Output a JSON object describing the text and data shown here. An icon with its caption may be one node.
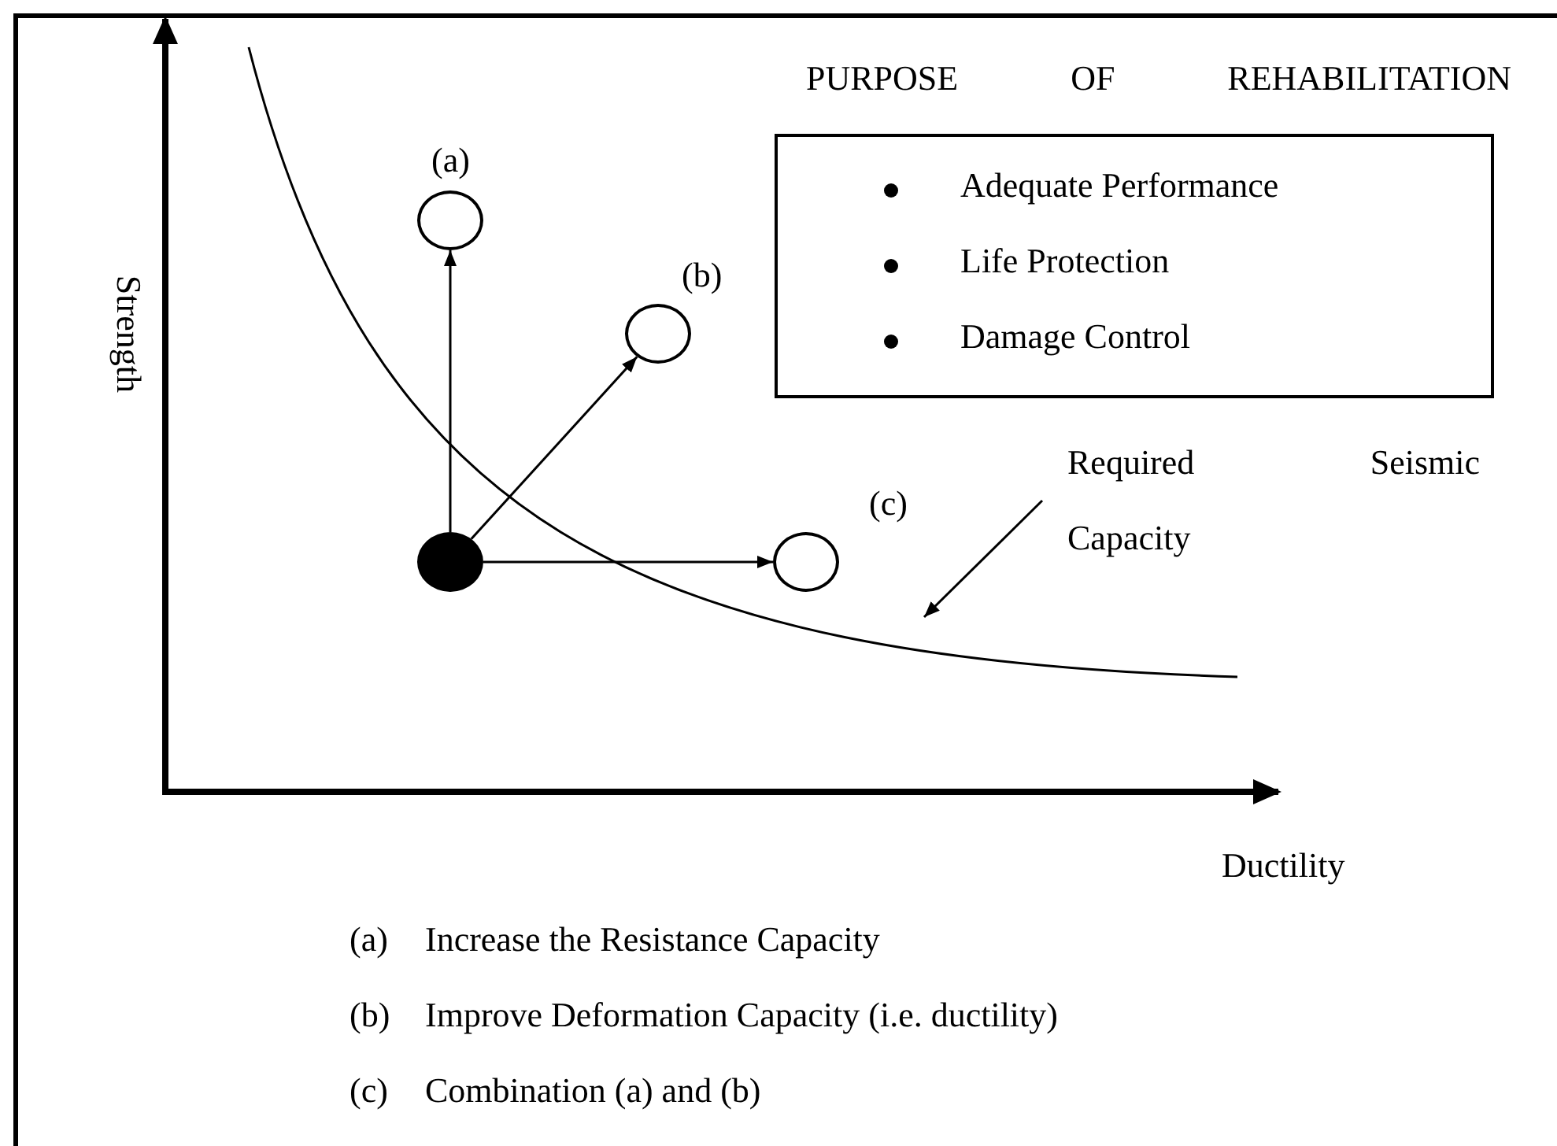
{
  "diagram": {
    "nodes": [
      {
        "text": [],
        "shape": "circle"
      },
      {
        "text": [],
        "shape": "circle",
        "beside": [
          "(a)"
        ]
      },
      {
        "text": [],
        "shape": "circle",
        "beside": [
          "(b)"
        ]
      },
      {
        "text": [],
        "shape": "circle",
        "beside": [
          "(c)"
        ]
      },
      {
        "text": [
          "PURPOSE OF REHABILITATION",
          "Adequate Performance",
          "Life Protection",
          "Damage Control"
        ]
      },
      {
        "text": [
          "Required Seismic Capacity"
        ]
      }
    ],
    "edges": [
      {
        "from": 0,
        "to": 1,
        "arrow": "to"
      },
      {
        "from": 0,
        "to": 2,
        "arrow": "to"
      },
      {
        "from": 0,
        "to": 3,
        "arrow": "to"
      },
      {
        "from": 5,
        "to": null,
        "arrow": "to"
      }
    ],
    "labels": [
      "Strength",
      "Ductility",
      "(a) Increase the Resistance Capacity",
      "(b) Improve Deformation Capacity (i.e. ductility)",
      "(c) Combination (a) and (b)"
    ]
  }
}
